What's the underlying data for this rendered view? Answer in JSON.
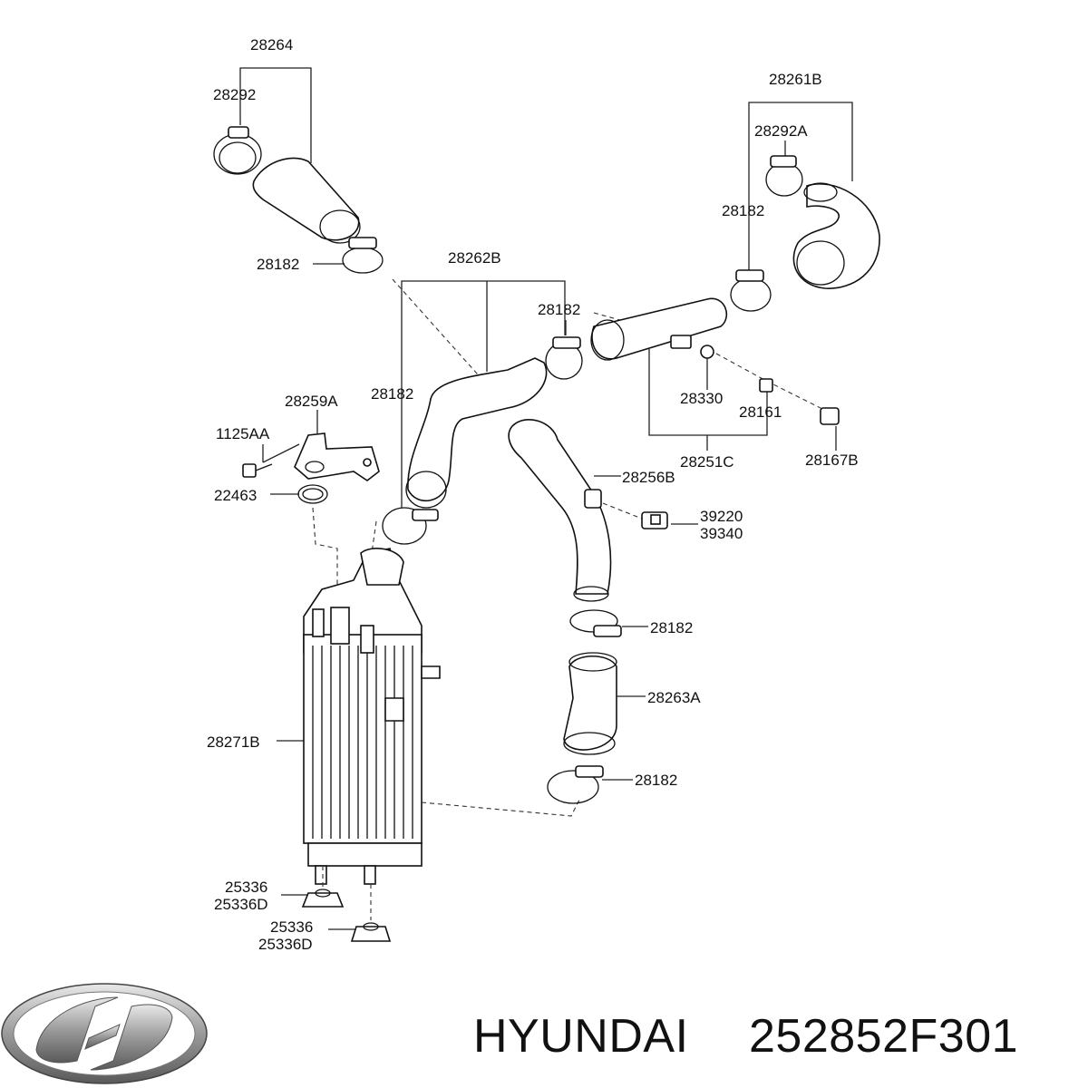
{
  "labels": {
    "l28264": "28264",
    "l28292": "28292",
    "l28182_a": "28182",
    "l28261B": "28261B",
    "l28292A": "28292A",
    "l28182_b": "28182",
    "l28262B": "28262B",
    "l28182_c": "28182",
    "l28182_d": "28182",
    "l28259A": "28259A",
    "l1125AA": "1125AA",
    "l22463": "22463",
    "l28330": "28330",
    "l28161": "28161",
    "l28251C": "28251C",
    "l28167B": "28167B",
    "l28256B": "28256B",
    "l39220": "39220",
    "l39340": "39340",
    "l28182_e": "28182",
    "l28263A": "28263A",
    "l28271B": "28271B",
    "l28182_f": "28182",
    "l25336_a": "25336",
    "l25336D_a": "25336D",
    "l25336_b": "25336",
    "l25336D_b": "25336D"
  },
  "footer": {
    "brand": "HYUNDAI",
    "part_number": "252852F301",
    "logo": "hyundai-logo"
  }
}
